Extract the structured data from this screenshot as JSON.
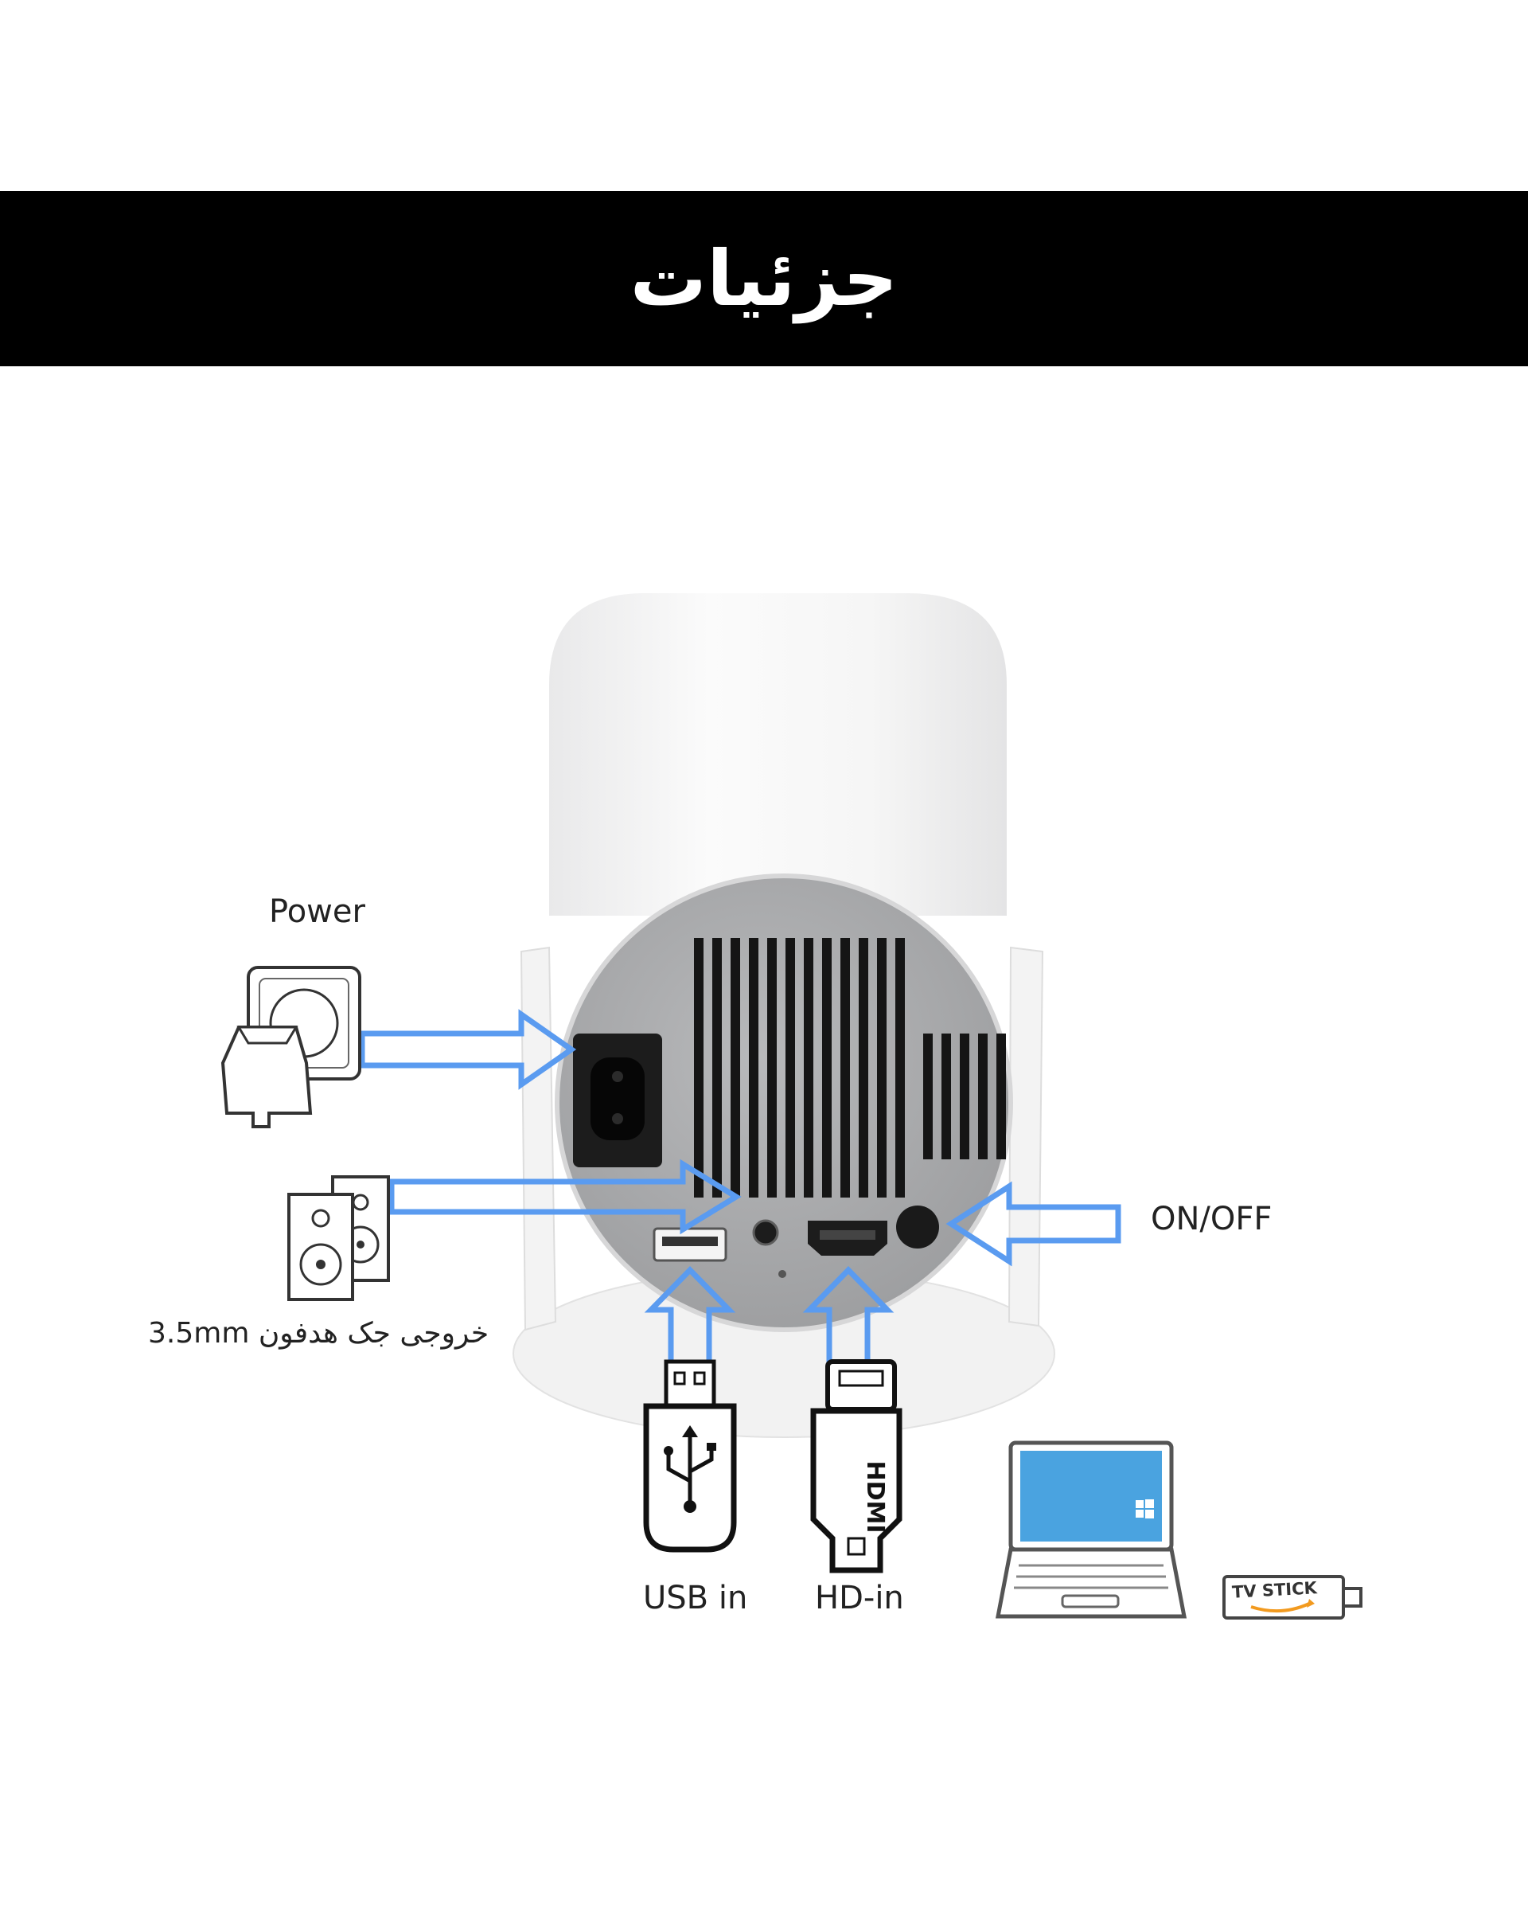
{
  "banner": {
    "title": "جزئیات"
  },
  "labels": {
    "power": "Power",
    "on_off": "ON/OFF",
    "audio_out": "3.5mm خروجی جک هدفون",
    "usb_in": "USB in",
    "hd_in": "HD-in",
    "hdmi_plug": "HDMI",
    "tv_stick": "TV STICK"
  },
  "colors": {
    "banner": "#000000",
    "arrow": "#5a9bf0",
    "laptop_screen": "#4aa3e0",
    "projector_panel": "#a9aaac"
  },
  "icons": [
    "wall-socket-plug-icon",
    "speakers-icon",
    "usb-plug-icon",
    "hdmi-plug-icon",
    "laptop-icon",
    "tv-stick-icon"
  ]
}
